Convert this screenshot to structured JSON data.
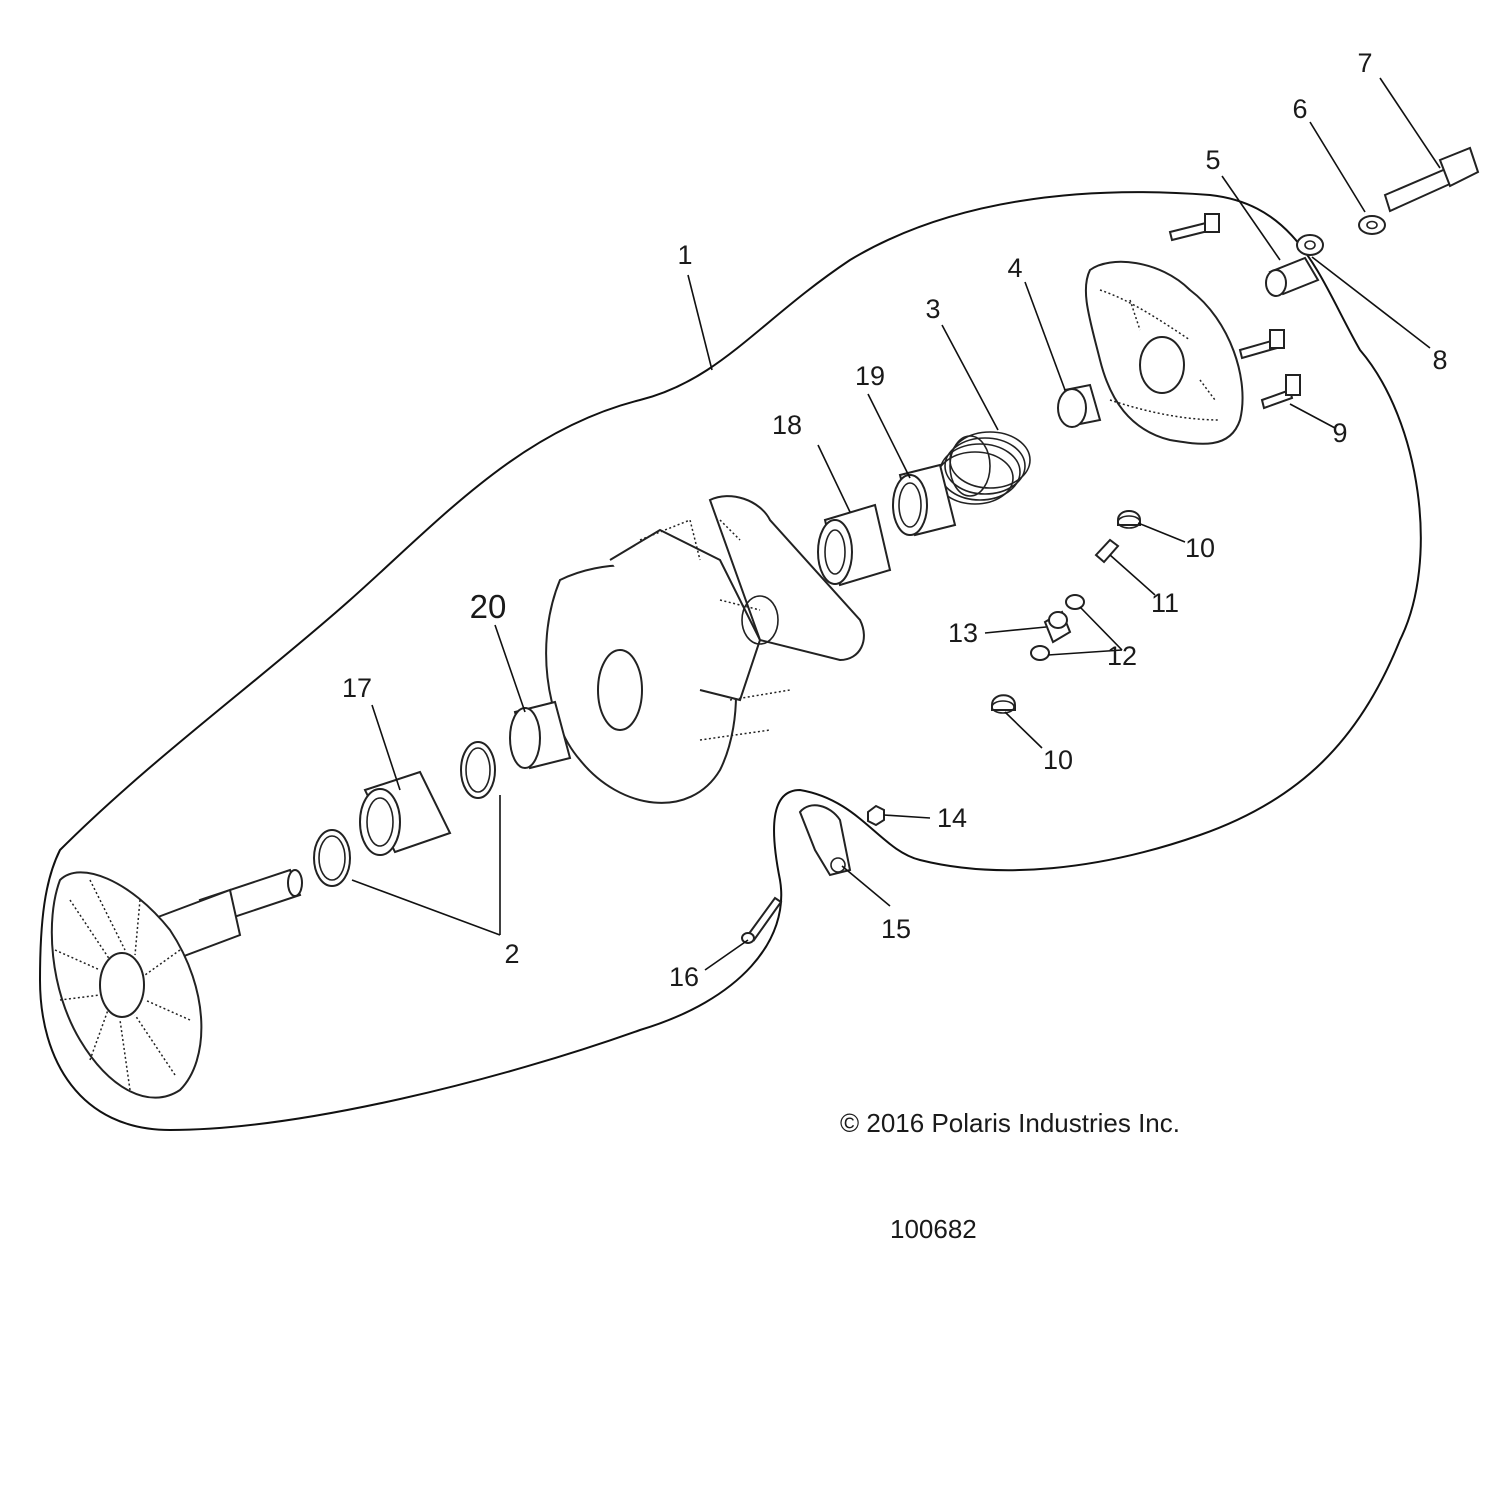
{
  "callouts": {
    "c1": "1",
    "c2": "2",
    "c3": "3",
    "c4": "4",
    "c5": "5",
    "c6": "6",
    "c7": "7",
    "c8": "8",
    "c9": "9",
    "c10a": "10",
    "c10b": "10",
    "c11": "11",
    "c12": "12",
    "c13": "13",
    "c14": "14",
    "c15": "15",
    "c16": "16",
    "c17": "17",
    "c18": "18",
    "c19": "19",
    "c20": "20"
  },
  "footer": {
    "copyright": "© 2016 Polaris Industries Inc.",
    "diagram_number": "100682"
  }
}
